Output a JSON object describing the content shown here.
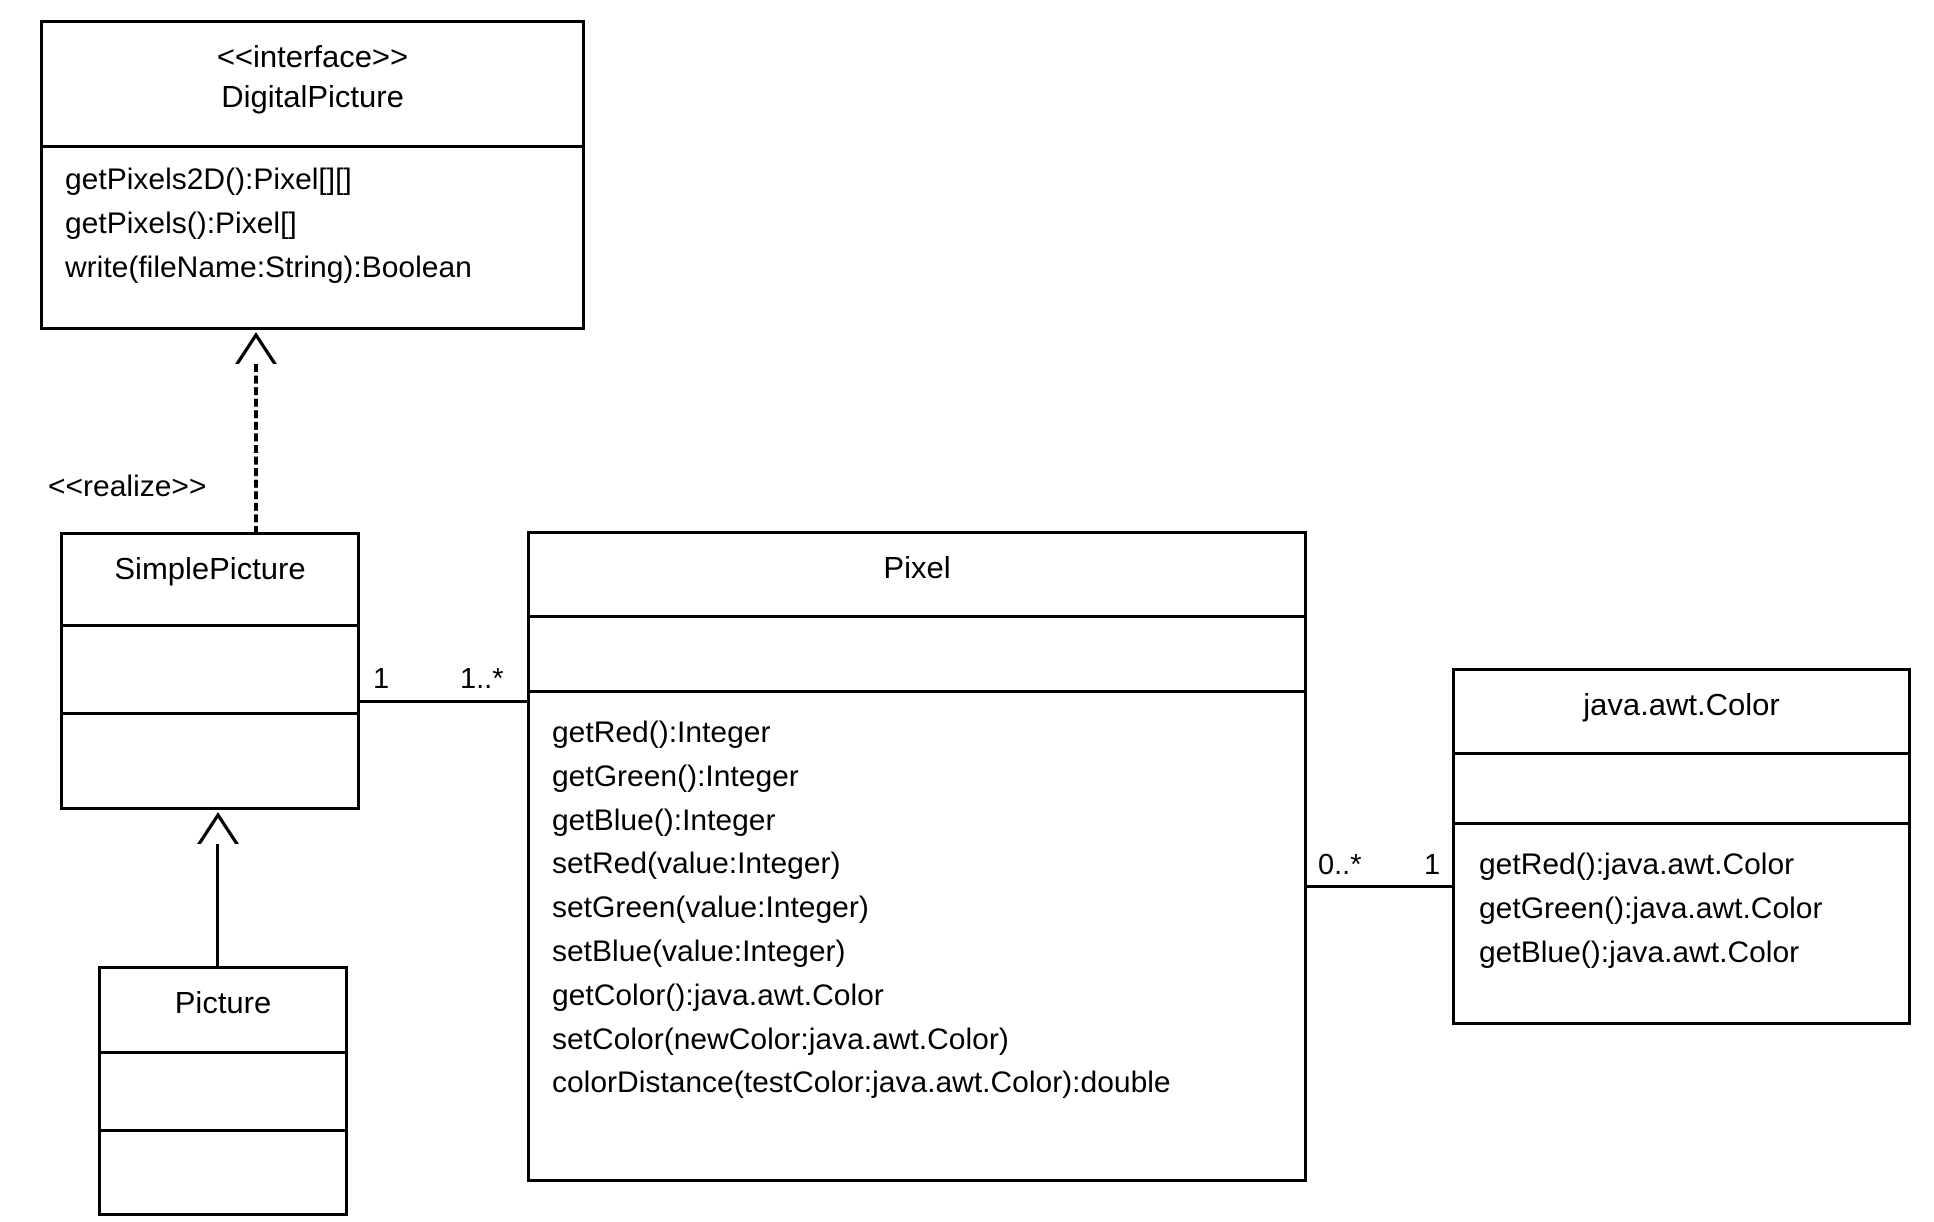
{
  "diagram": {
    "type": "uml-class-diagram",
    "title": "DigitalPicture / Pixel UML class diagram"
  },
  "classes": {
    "digital_picture": {
      "stereotype": "<<interface>>",
      "name": "DigitalPicture",
      "attributes": [],
      "methods": [
        "getPixels2D():Pixel[][]",
        "getPixels():Pixel[]",
        "write(fileName:String):Boolean"
      ]
    },
    "simple_picture": {
      "name": "SimplePicture",
      "attributes": [],
      "methods": []
    },
    "picture": {
      "name": "Picture",
      "attributes": [],
      "methods": []
    },
    "pixel": {
      "name": "Pixel",
      "attributes": [],
      "methods": [
        "getRed():Integer",
        "getGreen():Integer",
        "getBlue():Integer",
        "setRed(value:Integer)",
        "setGreen(value:Integer)",
        "setBlue(value:Integer)",
        "getColor():java.awt.Color",
        "setColor(newColor:java.awt.Color)",
        "colorDistance(testColor:java.awt.Color):double"
      ]
    },
    "awt_color": {
      "name": "java.awt.Color",
      "attributes": [],
      "methods": [
        "getRed():java.awt.Color",
        "getGreen():java.awt.Color",
        "getBlue():java.awt.Color"
      ]
    }
  },
  "relationships": {
    "realize": {
      "label": "<<realize>>",
      "from": "SimplePicture",
      "to": "DigitalPicture",
      "style": "dashed",
      "arrow": "hollow-triangle"
    },
    "generalization": {
      "label": "",
      "from": "Picture",
      "to": "SimplePicture",
      "style": "solid",
      "arrow": "hollow-triangle"
    },
    "simplepicture_pixel": {
      "source_multiplicity": "1",
      "target_multiplicity": "1..*",
      "from": "SimplePicture",
      "to": "Pixel",
      "style": "solid",
      "arrow": "none"
    },
    "pixel_color": {
      "source_multiplicity": "0..*",
      "target_multiplicity": "1",
      "from": "Pixel",
      "to": "java.awt.Color",
      "style": "solid",
      "arrow": "none"
    }
  },
  "colors": {
    "stroke": "#000000",
    "background": "#ffffff"
  }
}
